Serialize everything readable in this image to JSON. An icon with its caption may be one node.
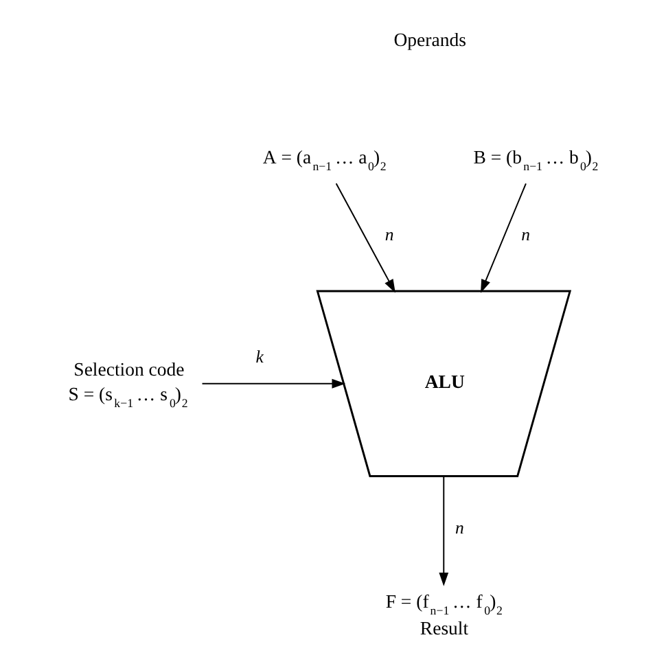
{
  "diagram": {
    "nodes": [
      {
        "text": [
          "A = (a$_{n−1}$ … a$_{0}$)$_{2}$"
        ]
      },
      {
        "text": [
          "B = (b$_{n−1}$ … b$_{0}$)$_{2}$"
        ]
      },
      {
        "text": [
          "ALU"
        ]
      },
      {
        "text": [
          "Selection code",
          "S = (s$_{k−1}$ … s$_{0}$)$_{2}$"
        ]
      },
      {
        "text": [
          "F = (f$_{n−1}$ … f$_{0}$)$_{2}$",
          "Result"
        ]
      }
    ],
    "edges": [
      {
        "from": 0,
        "to": 2,
        "arrow": "to",
        "label": "n"
      },
      {
        "from": 1,
        "to": 2,
        "arrow": "to",
        "label": "n"
      },
      {
        "from": 3,
        "to": 2,
        "arrow": "to",
        "label": "k"
      },
      {
        "from": 2,
        "to": 4,
        "arrow": "to",
        "label": "n"
      }
    ],
    "labels": [
      "Operands"
    ]
  }
}
